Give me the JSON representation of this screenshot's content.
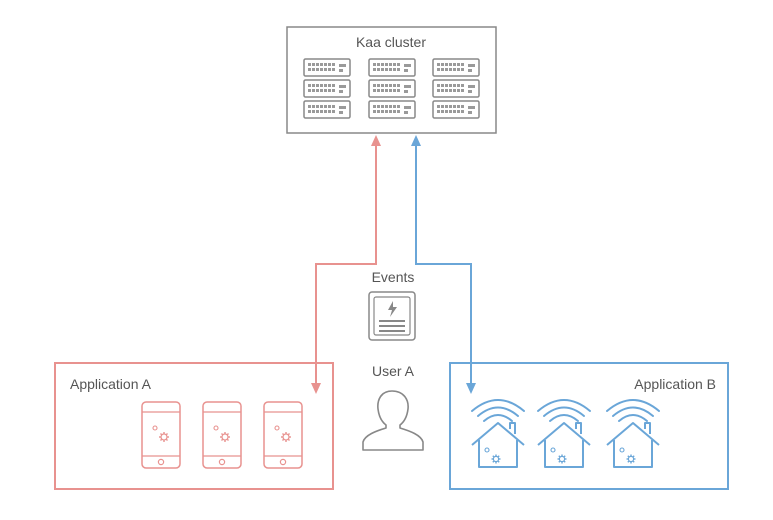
{
  "cluster": {
    "label": "Kaa cluster",
    "icon": "server-rack-icon"
  },
  "events": {
    "label": "Events",
    "icon": "event-document-icon"
  },
  "user": {
    "label": "User A",
    "icon": "user-icon"
  },
  "application_a": {
    "label": "Application A",
    "device_icon": "smartphone-gear-icon",
    "device_count": 3
  },
  "application_b": {
    "label": "Application B",
    "device_icon": "smart-home-icon",
    "device_count": 3
  },
  "colors": {
    "cluster": "#888888",
    "application_a": "#e8928f",
    "application_b": "#6aa6d8",
    "text": "#555555"
  }
}
